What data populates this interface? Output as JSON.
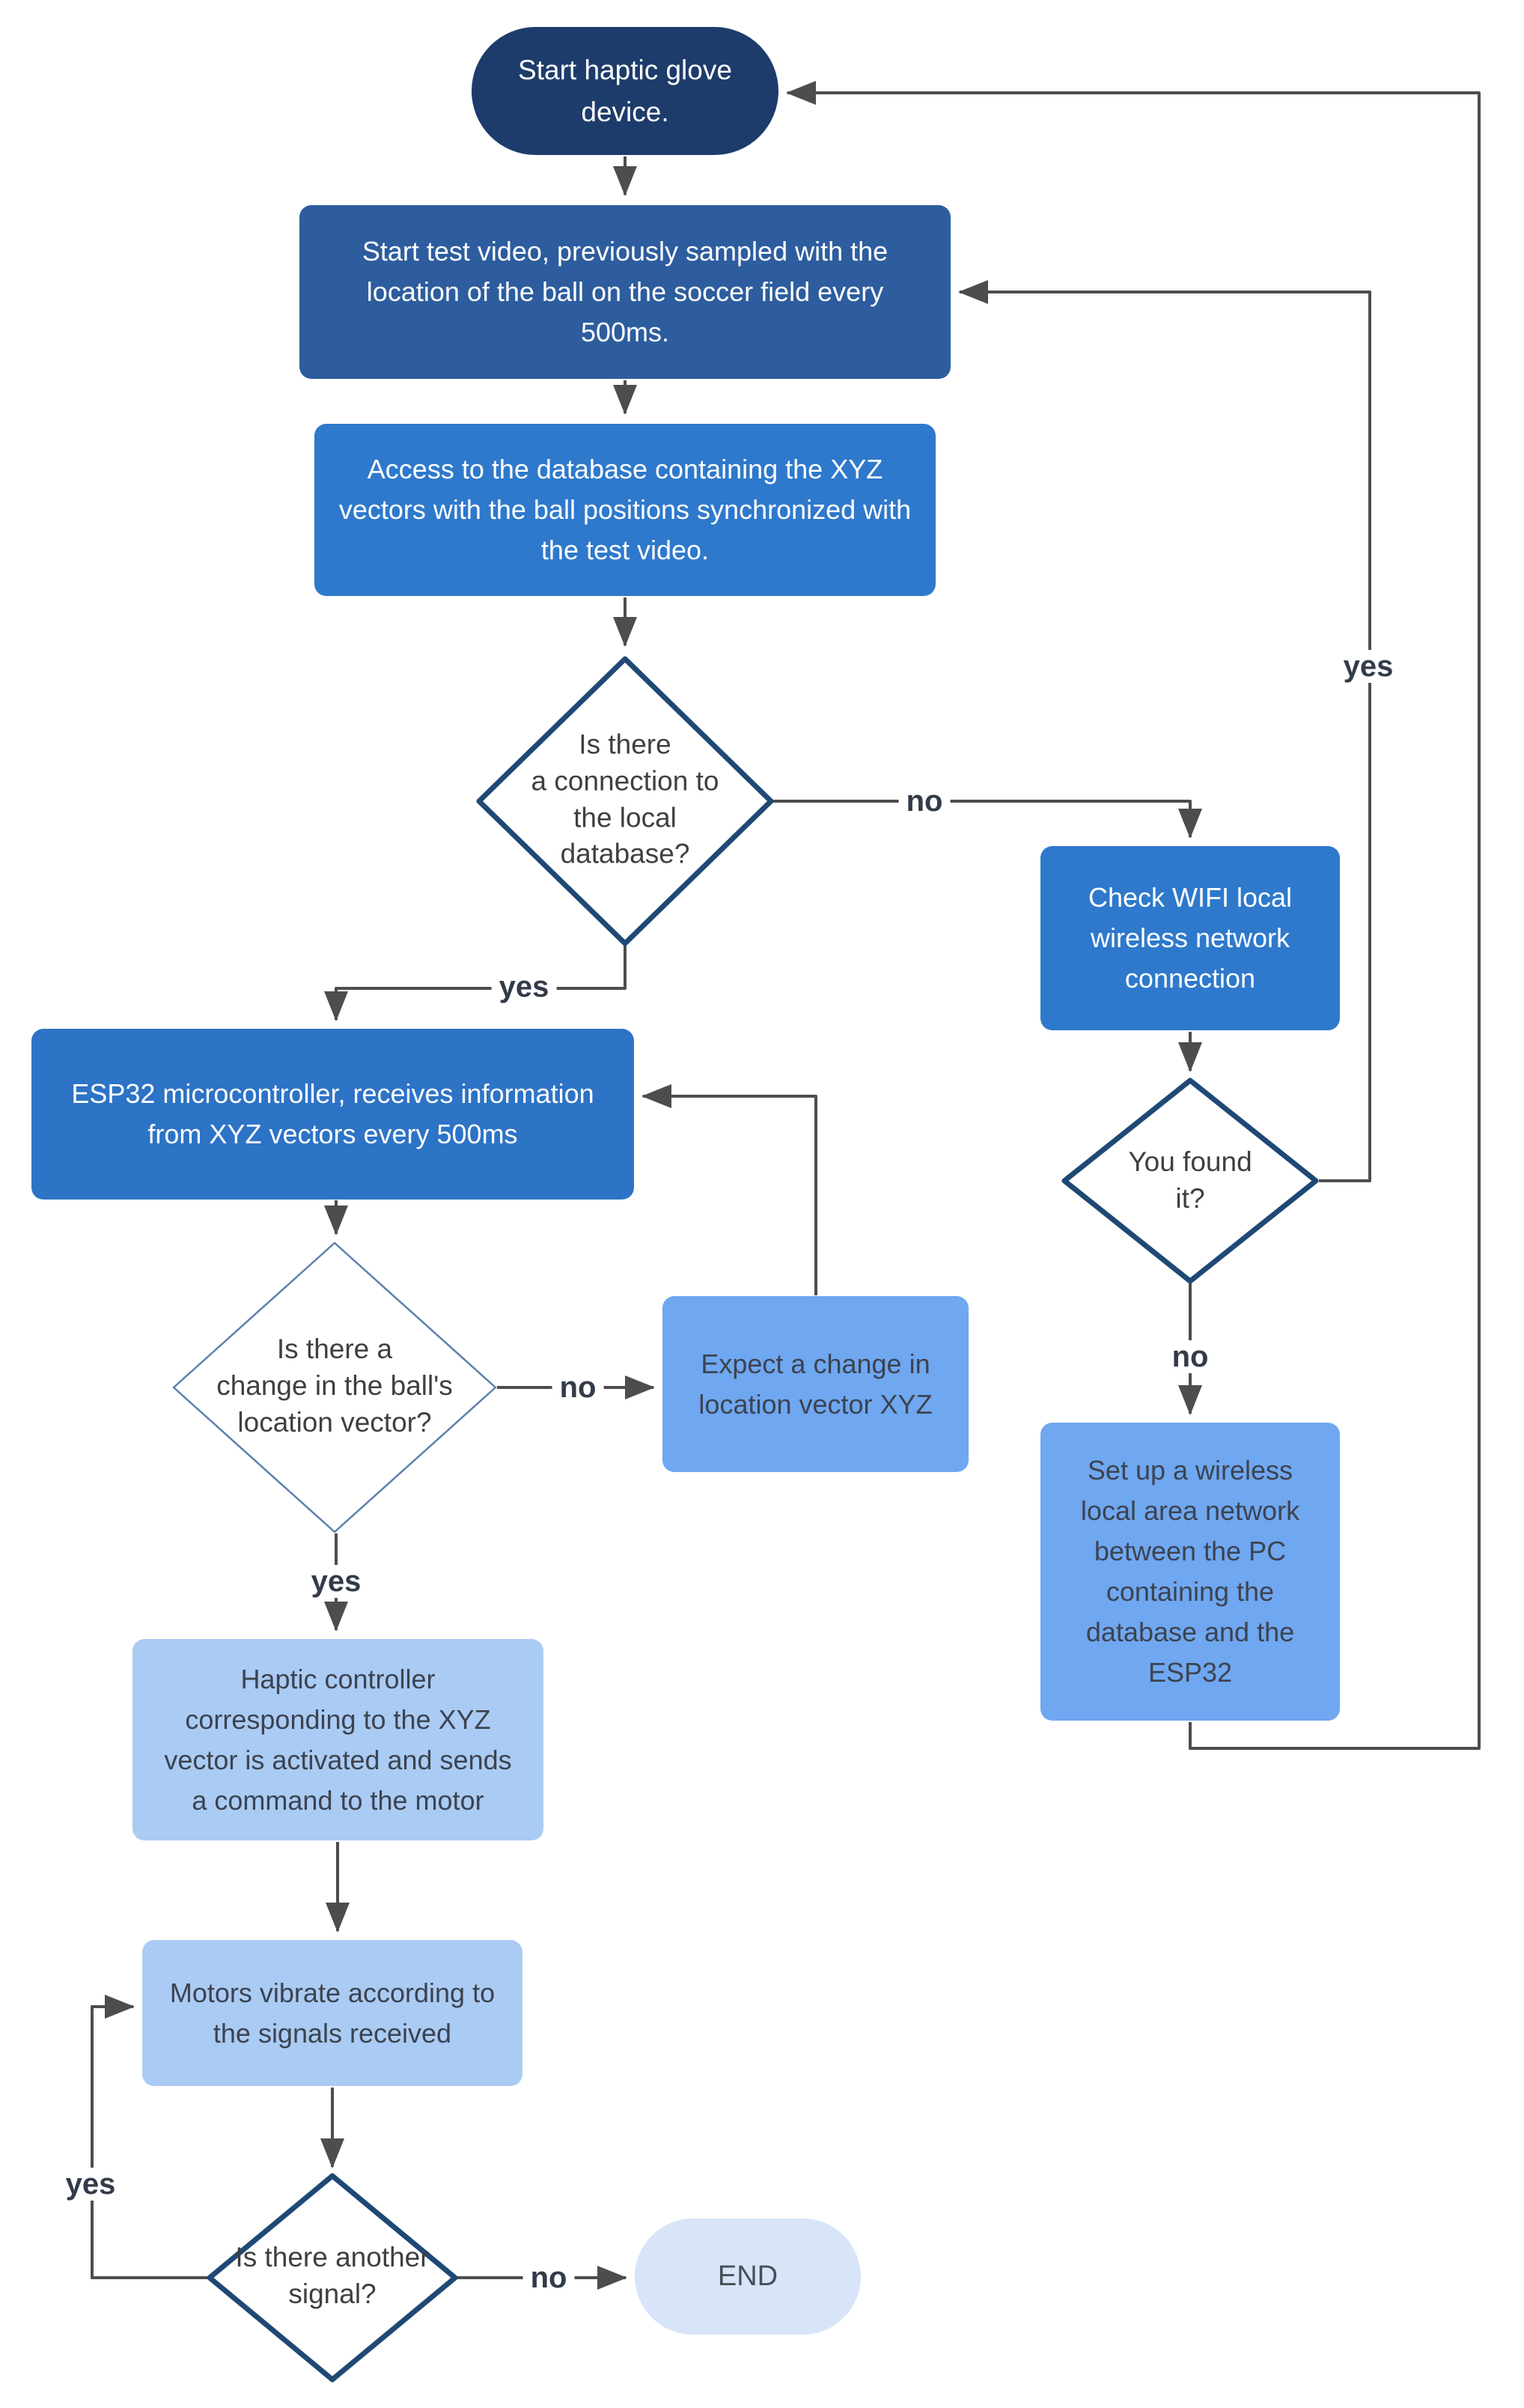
{
  "diagram": {
    "type": "flowchart",
    "topic": "Haptic glove device test flow"
  },
  "colors": {
    "navy": "#1D3C6B",
    "blue_dark": "#2D5D9E",
    "blue": "#2E79CC",
    "blue_esp": "#2D73C6",
    "blue_mid": "#6FA7F0",
    "blue_light": "#AACBF3",
    "blue_pale": "#D8E5F8",
    "line": "#4D4D4D",
    "diamond_border": "#1F4975",
    "diamond_border_thin": "#5D80AC",
    "label": "#333B49",
    "dark_text": "#3C4350",
    "diamond_text": "#3F3F3F"
  },
  "nodes": {
    "start": {
      "label": "Start haptic glove\ndevice."
    },
    "test_video": {
      "label": "Start test video, previously sampled with the\nlocation of the ball on the soccer field every\n500ms."
    },
    "access_db": {
      "label": "Access to the database containing the XYZ\nvectors with the ball positions synchronized with\nthe test video."
    },
    "d_connection": {
      "label": "Is there\na connection to\nthe local\ndatabase?"
    },
    "check_wifi": {
      "label": "Check WIFI local\nwireless network\nconnection"
    },
    "d_found": {
      "label": "You found\nit?"
    },
    "esp32": {
      "label": "ESP32 microcontroller, receives information\nfrom XYZ vectors every 500ms"
    },
    "d_change": {
      "label": "Is there a\nchange in the ball's\nlocation vector?"
    },
    "expect": {
      "label": "Expect a change in\nlocation vector XYZ"
    },
    "setup_wlan": {
      "label": "Set up a wireless\nlocal area network\nbetween the PC\ncontaining the\ndatabase and the\nESP32"
    },
    "haptic": {
      "label": "Haptic controller\ncorresponding to the XYZ\nvector is activated and sends\na command to the motor"
    },
    "motors": {
      "label": "Motors vibrate according to\nthe signals received"
    },
    "d_signal": {
      "label": "Is there another\nsignal?"
    },
    "end": {
      "label": "END"
    }
  },
  "edge_labels": {
    "connection_no": "no",
    "connection_yes": "yes",
    "found_yes": "yes",
    "found_no": "no",
    "change_no": "no",
    "change_yes": "yes",
    "signal_yes": "yes",
    "signal_no": "no"
  }
}
